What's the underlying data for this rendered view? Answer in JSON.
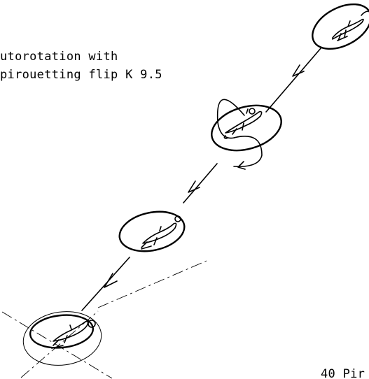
{
  "caption": {
    "line1": "utorotation with",
    "line2": "pirouetting flip  K 9.5"
  },
  "footer_label": "40 Pir"
}
